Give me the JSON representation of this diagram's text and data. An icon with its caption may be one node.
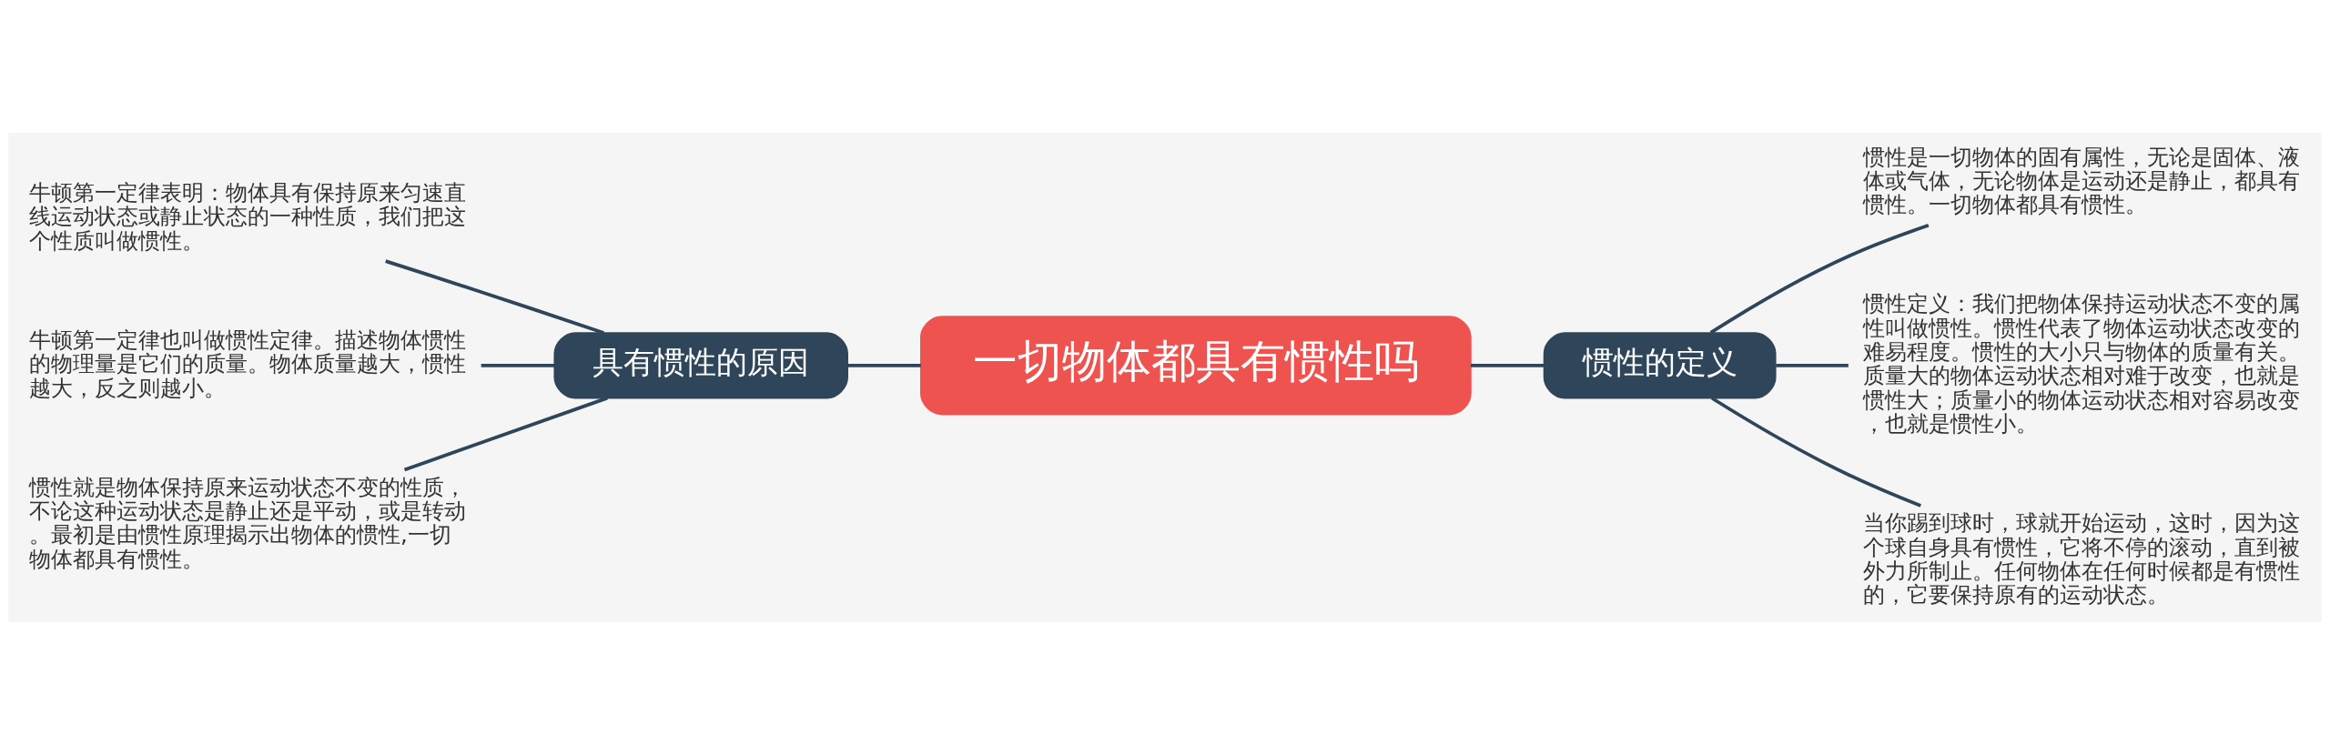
{
  "diagram": {
    "nodes": [
      {
        "text": [
          "一切物体都具有惯性吗"
        ]
      },
      {
        "text": [
          "具有惯性的原因"
        ]
      },
      {
        "text": [
          "牛顿第一定律表明：物体具有保持原来匀速直线运动状态或静止状态的一种性质，我们把这个性质叫做惯性。"
        ]
      },
      {
        "text": [
          "牛顿第一定律也叫做惯性定律。描述物体惯性的物理量是它们的质量。物体质量越大，惯性越大，反之则越小。"
        ]
      },
      {
        "text": [
          "惯性就是物体保持原来运动状态不变的性质，不论这种运动状态是静止还是平动，或是转动。最初是由惯性原理揭示出物体的惯性,一切物体都具有惯性。"
        ]
      },
      {
        "text": [
          "惯性的定义"
        ]
      },
      {
        "text": [
          "惯性是一切物体的固有属性，无论是固体、液体或气体，无论物体是运动还是静止，都具有惯性。一切物体都具有惯性。"
        ]
      },
      {
        "text": [
          "惯性定义：我们把物体保持运动状态不变的属性叫做惯性。惯性代表了物体运动状态改变的难易程度。惯性的大小只与物体的质量有关。质量大的物体运动状态相对难于改变，也就是惯性大；质量小的物体运动状态相对容易改变，也就是惯性小。"
        ]
      },
      {
        "text": [
          "当你踢到球时，球就开始运动，这时，因为这个球自身具有惯性，它将不停的滚动，直到被外力所制止。任何物体在任何时候都是有惯性的，它要保持原有的运动状态。"
        ]
      }
    ],
    "edges": [
      {
        "from": 1,
        "to": 0,
        "arrow": "none"
      },
      {
        "from": 2,
        "to": 1,
        "arrow": "none"
      },
      {
        "from": 3,
        "to": 1,
        "arrow": "none"
      },
      {
        "from": 4,
        "to": 1,
        "arrow": "none"
      },
      {
        "from": 0,
        "to": 5,
        "arrow": "none"
      },
      {
        "from": 5,
        "to": 6,
        "arrow": "none"
      },
      {
        "from": 5,
        "to": 7,
        "arrow": "none"
      },
      {
        "from": 5,
        "to": 8,
        "arrow": "none"
      }
    ]
  }
}
